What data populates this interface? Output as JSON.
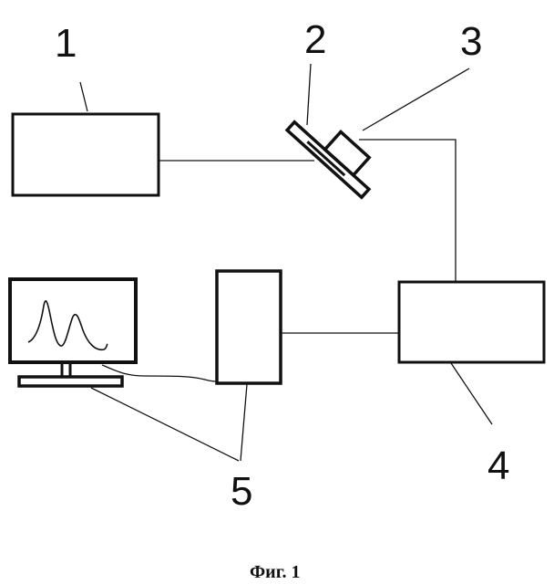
{
  "labels": {
    "l1": "1",
    "l2": "2",
    "l3": "3",
    "l4": "4",
    "l5": "5"
  },
  "caption": "Фиг. 1",
  "colors": {
    "ink": "#111111",
    "background": "#ffffff"
  }
}
